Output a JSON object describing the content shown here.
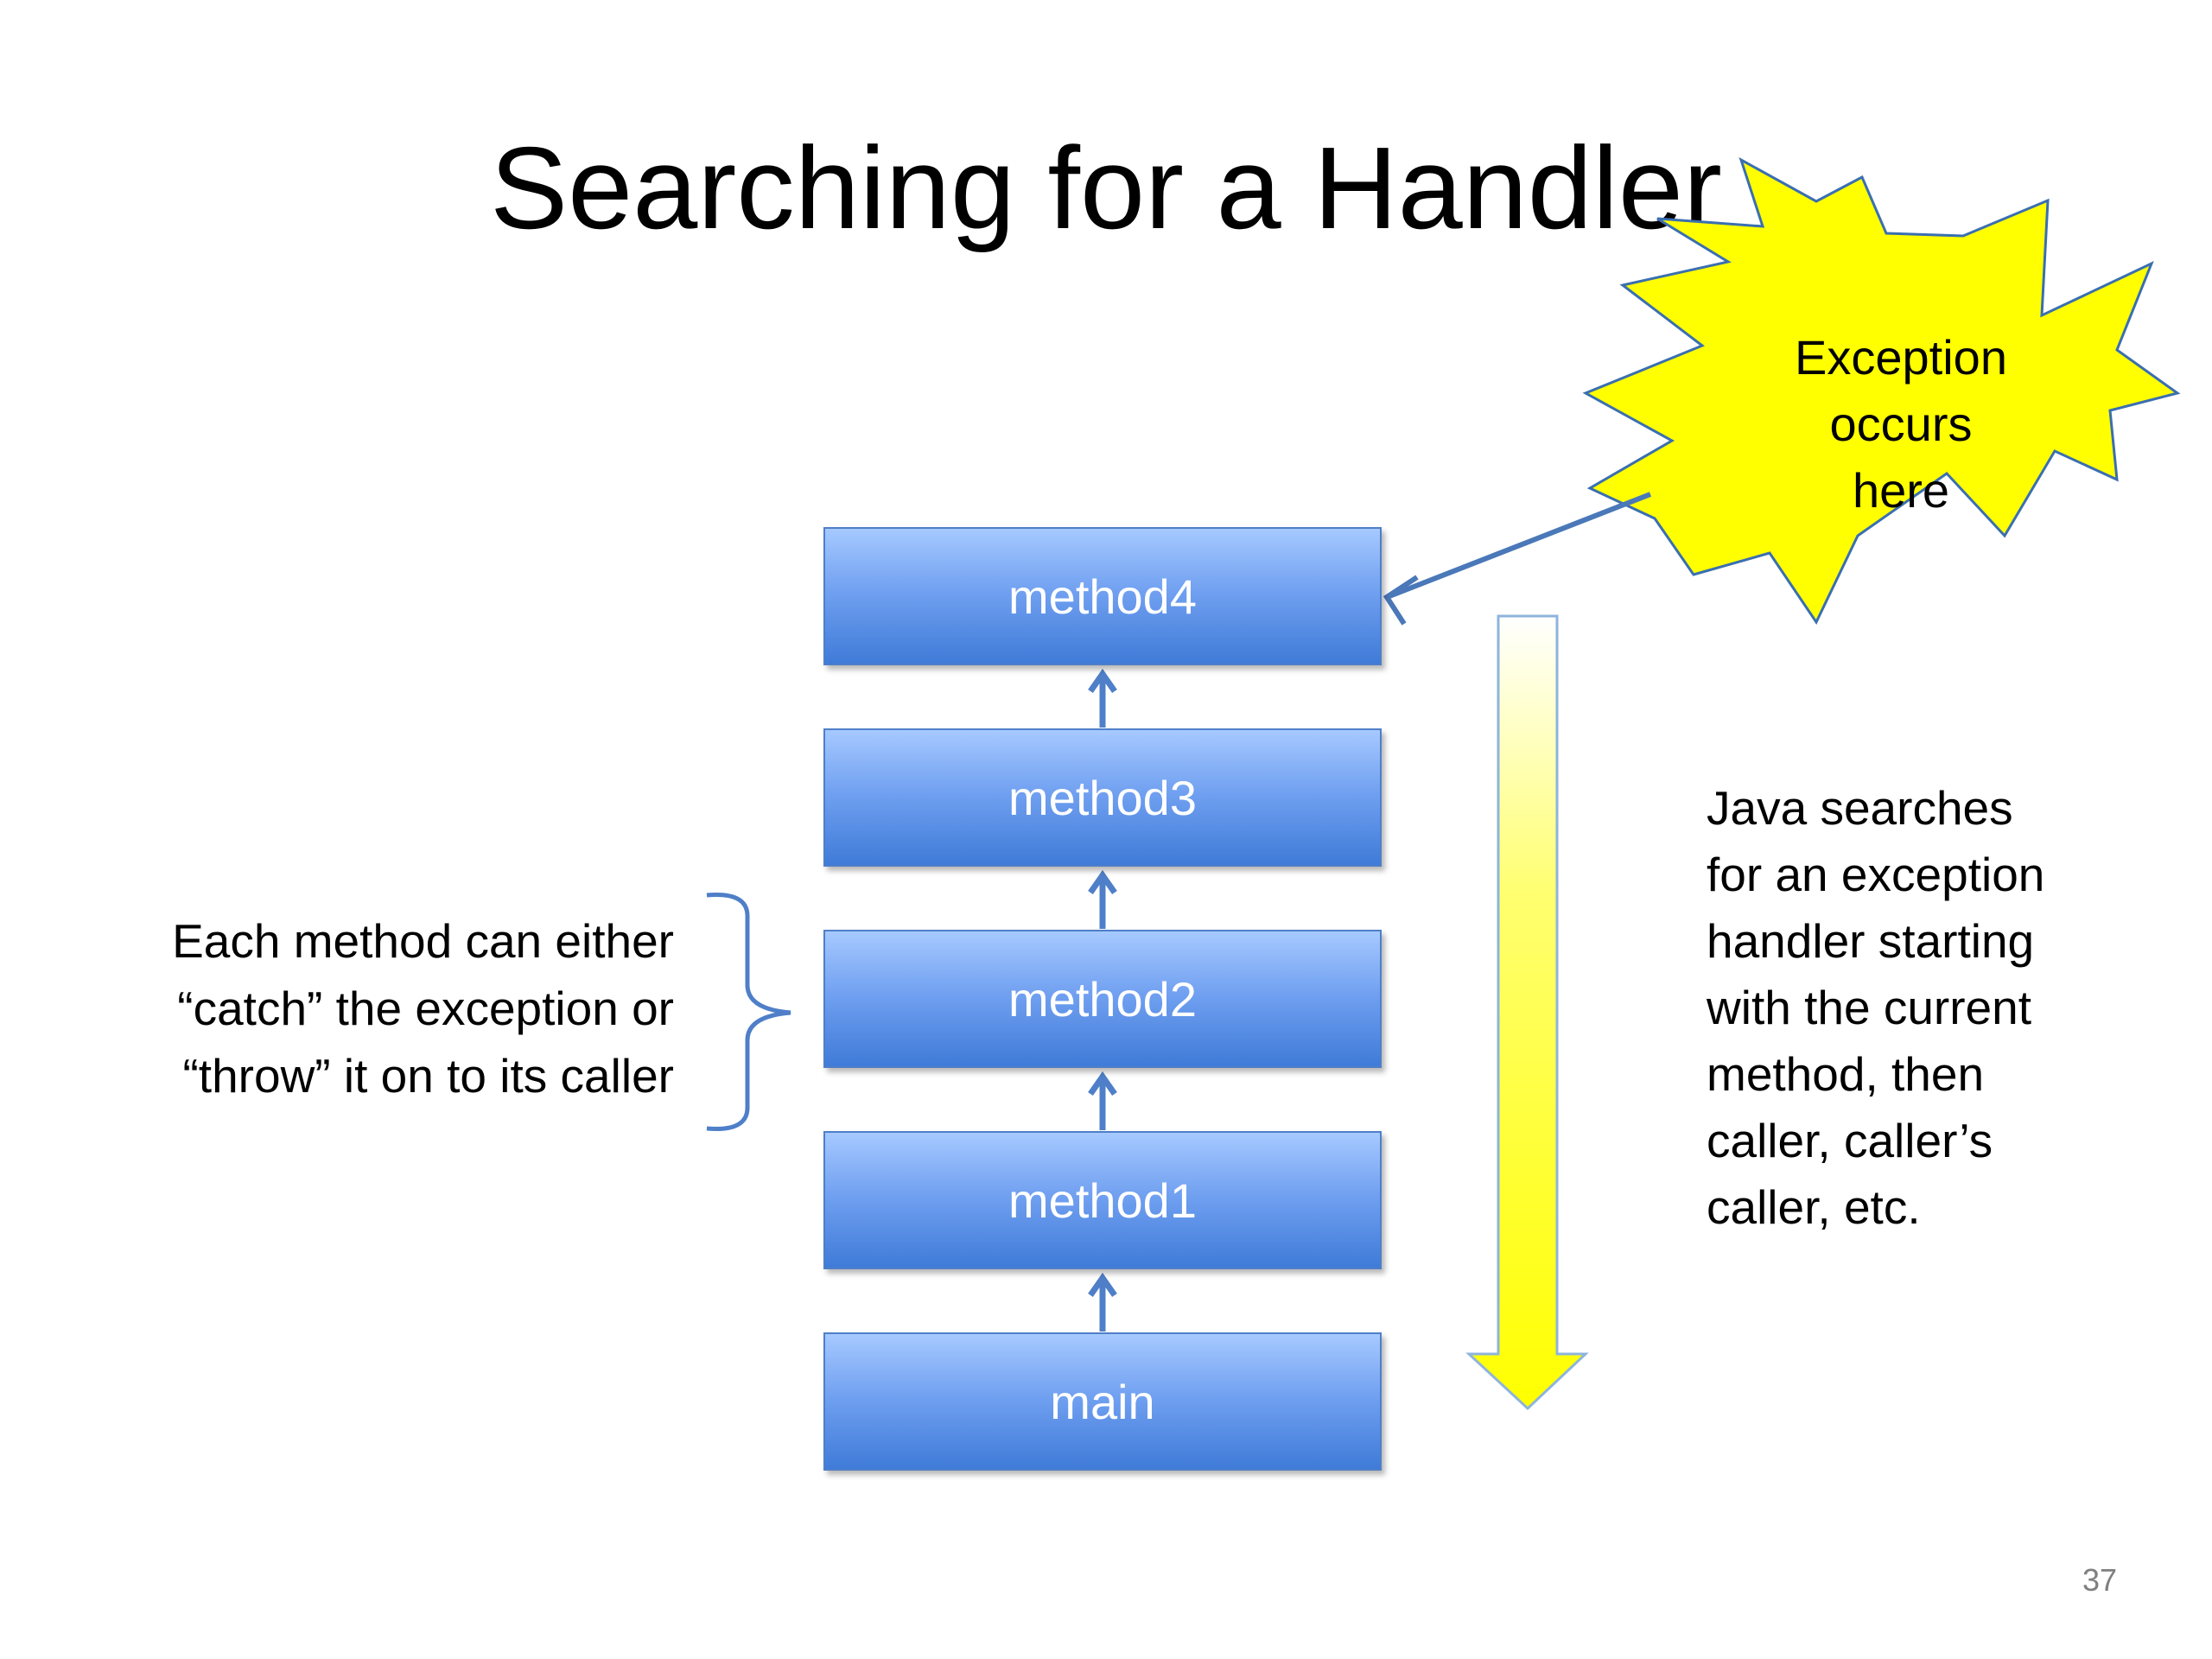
{
  "slide": {
    "title": "Searching for a Handler",
    "page_number": "37"
  },
  "stack": {
    "frames": [
      "method4",
      "method3",
      "method2",
      "method1",
      "main"
    ],
    "box_color_top": "#a6c9ff",
    "box_color_bottom": "#3f7bd8",
    "arrow_color": "#4f7fc8"
  },
  "burst": {
    "lines": [
      "Exception",
      "occurs",
      "here"
    ],
    "fill_color": "#ffff00"
  },
  "left_note": {
    "lines": [
      "Each method can either",
      "“catch” the exception or",
      "“throw” it on to its caller"
    ]
  },
  "right_note": {
    "lines": [
      "Java searches",
      "for an exception",
      "handler starting",
      "with the current",
      "method, then",
      "caller, caller’s",
      "caller, etc."
    ]
  },
  "search_arrow": {
    "color_top": "#ffffff",
    "color_bottom": "#ffff00"
  }
}
